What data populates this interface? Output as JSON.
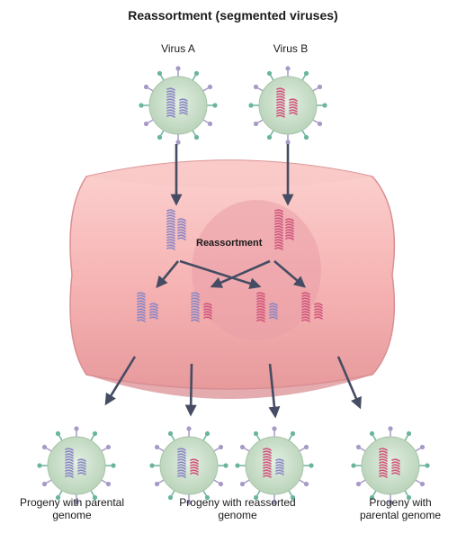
{
  "title": "Reassortment (segmented viruses)",
  "labels": {
    "virus_a": "Virus A",
    "virus_b": "Virus B",
    "reassortment": "Reassortment",
    "progeny_1": "Progeny with parental genome",
    "progeny_2": "Progeny with reassorted genome",
    "progeny_3": "Progeny with parental genome"
  },
  "colors": {
    "virus_a_rna": "#8a86c4",
    "virus_b_rna": "#d0567c",
    "cell_fill": "#f7b8b8",
    "nucleus_fill": "#e89aa2",
    "virion_fill": "#cfe0cf",
    "arrow": "#454c63",
    "spike_green": "#6bb59a",
    "spike_purple": "#a89ac7"
  }
}
